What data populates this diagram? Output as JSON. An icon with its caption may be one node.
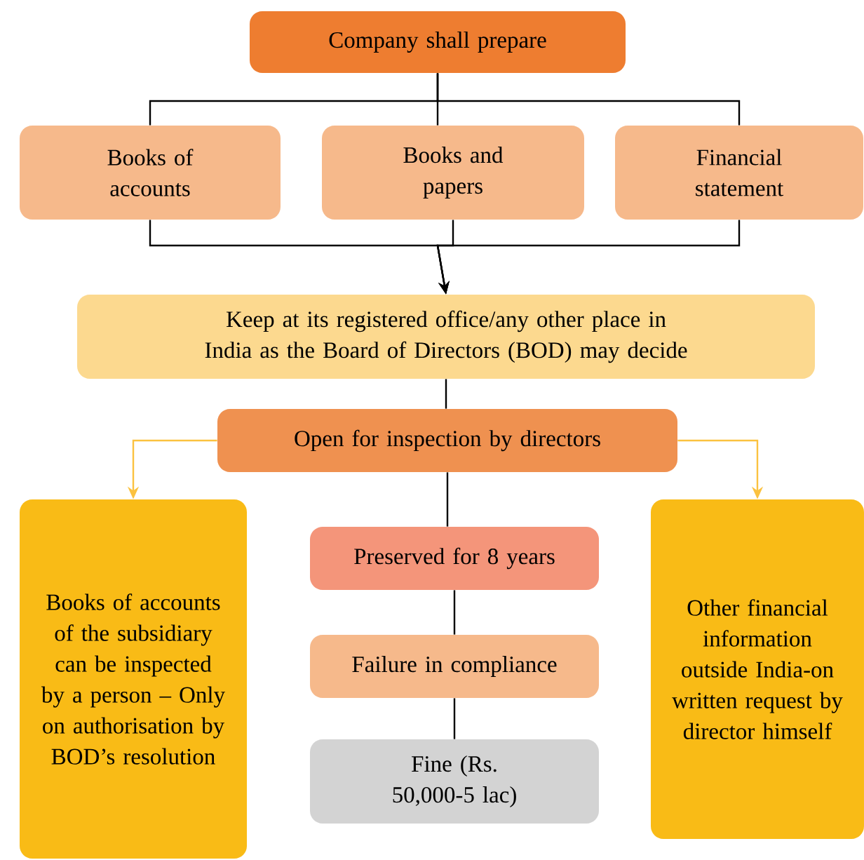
{
  "diagram": {
    "nodes": [
      {
        "text": [
          "Company shall prepare"
        ]
      },
      {
        "text": [
          "Books of accounts"
        ]
      },
      {
        "text": [
          "Books and papers"
        ]
      },
      {
        "text": [
          "Financial statement"
        ]
      },
      {
        "text": [
          "Keep at its registered office/any other place in India as the Board of Directors (BOD) may decide"
        ]
      },
      {
        "text": [
          "Open for inspection by directors"
        ]
      },
      {
        "text": [
          "Books of accounts of the subsidiary can be inspected by a person – Only on authorisation by BOD’s resolution"
        ]
      },
      {
        "text": [
          "Preserved for 8 years"
        ]
      },
      {
        "text": [
          "Failure in compliance"
        ]
      },
      {
        "text": [
          "Fine (Rs. 50,000-5 lac)"
        ]
      },
      {
        "text": [
          "Other financial information outside India-on written request by director himself"
        ]
      }
    ],
    "edges": [
      {
        "from": 0,
        "to": 1,
        "arrow": "none"
      },
      {
        "from": 0,
        "to": 2,
        "arrow": "none"
      },
      {
        "from": 0,
        "to": 3,
        "arrow": "none"
      },
      {
        "from": 1,
        "to": 4,
        "arrow": "to"
      },
      {
        "from": 2,
        "to": 4,
        "arrow": "to"
      },
      {
        "from": 3,
        "to": 4,
        "arrow": "to"
      },
      {
        "from": 4,
        "to": 5,
        "arrow": "none"
      },
      {
        "from": 5,
        "to": 6,
        "arrow": "to",
        "color": "#fbc240"
      },
      {
        "from": 5,
        "to": 10,
        "arrow": "to",
        "color": "#fbc240"
      },
      {
        "from": 5,
        "to": 7,
        "arrow": "none"
      },
      {
        "from": 7,
        "to": 8,
        "arrow": "none"
      },
      {
        "from": 8,
        "to": 9,
        "arrow": "none"
      }
    ]
  }
}
